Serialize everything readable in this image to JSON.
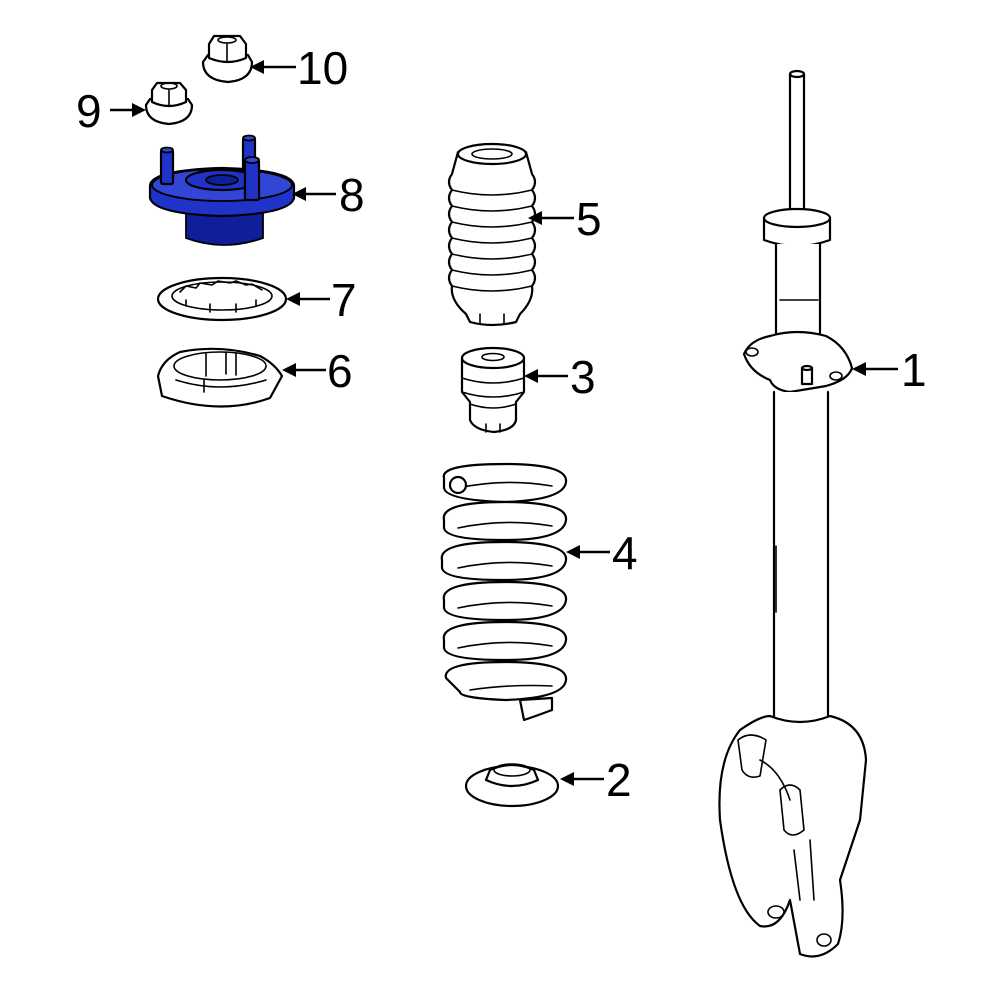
{
  "highlight_color": "#1f33c8",
  "callouts": {
    "c1": "1",
    "c2": "2",
    "c3": "3",
    "c4": "4",
    "c5": "5",
    "c6": "6",
    "c7": "7",
    "c8": "8",
    "c9": "9",
    "c10": "10"
  },
  "highlighted_part": "8"
}
